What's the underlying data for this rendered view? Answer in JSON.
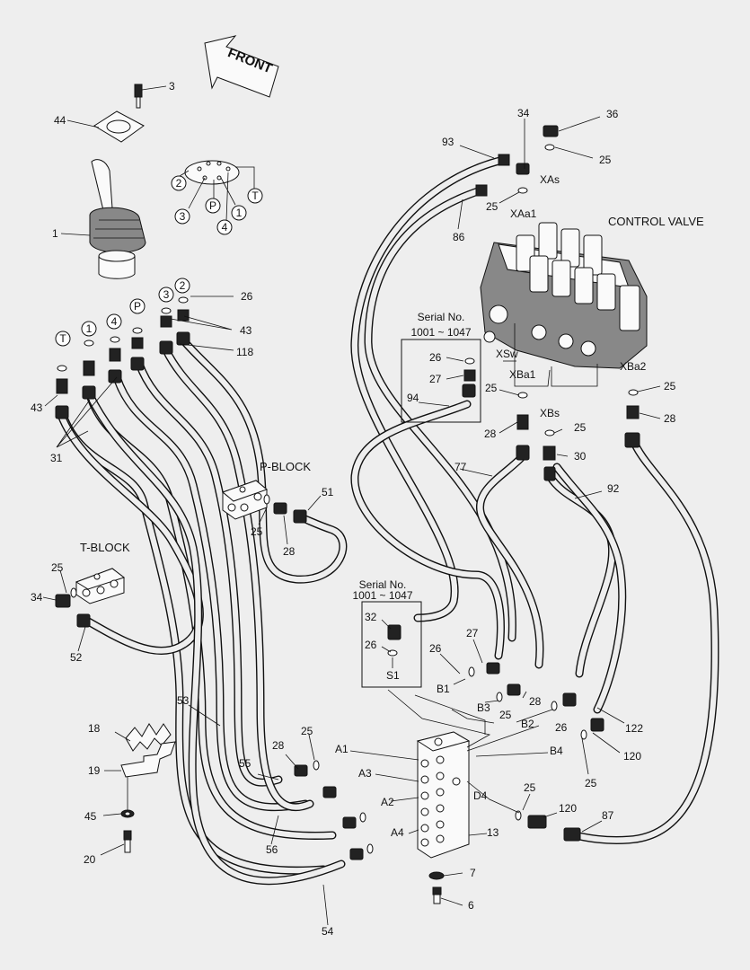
{
  "front_label": "FRONT",
  "control_valve_label": "CONTROL VALVE",
  "p_block_label": "P-BLOCK",
  "t_block_label": "T-BLOCK",
  "serial_box_1": {
    "title": "Serial No.",
    "range": "1001 ~ 1047"
  },
  "serial_box_2": {
    "title": "Serial No.",
    "range": "1001 ~ 1047"
  },
  "ports": {
    "xas": "XAs",
    "xaa1": "XAa1",
    "xsw": "XSw",
    "xba1": "XBa1",
    "xba2": "XBa2",
    "xbs": "XBs",
    "a1": "A1",
    "a2": "A2",
    "a3": "A3",
    "a4": "A4",
    "b1": "B1",
    "b2": "B2",
    "b3": "B3",
    "b4": "B4",
    "d4": "D4",
    "s1": "S1"
  },
  "pilot_ports": {
    "t": "T",
    "p": "P",
    "n1": "1",
    "n2": "2",
    "n3": "3",
    "n4": "4"
  },
  "callouts": {
    "c3": "3",
    "c44": "44",
    "c1": "1",
    "c26_top": "26",
    "c43_right": "43",
    "c118": "118",
    "c43_left": "43",
    "c31": "31",
    "c93": "93",
    "c34_top": "34",
    "c36": "36",
    "c25_top": "25",
    "c25_xaa1": "25",
    "c86": "86",
    "c26_serial": "26",
    "c27_serial": "27",
    "c94": "94",
    "c25_xba1": "25",
    "c28_xba1": "28",
    "c25_xba2": "25",
    "c28_xba2": "28",
    "c25_xbs": "25",
    "c30": "30",
    "c77": "77",
    "c92": "92",
    "c51": "51",
    "c25_pblock": "25",
    "c28_pblock": "28",
    "c25_tblock": "25",
    "c34_tblock": "34",
    "c52": "52",
    "c53": "53",
    "c32": "32",
    "c26_s1": "26",
    "c27_b1": "27",
    "c26_b1": "26",
    "c28_b3": "28",
    "c25_b3": "25",
    "c26_b2": "26",
    "c122": "122",
    "c120_b4": "120",
    "c25_b4": "25",
    "c18": "18",
    "c19": "19",
    "c45": "45",
    "c20": "20",
    "c28_a1": "28",
    "c25_a1": "25",
    "c55": "55",
    "c56": "56",
    "c25_d4": "25",
    "c120_d4": "120",
    "c87": "87",
    "c13": "13",
    "c7": "7",
    "c6": "6",
    "c54": "54"
  }
}
